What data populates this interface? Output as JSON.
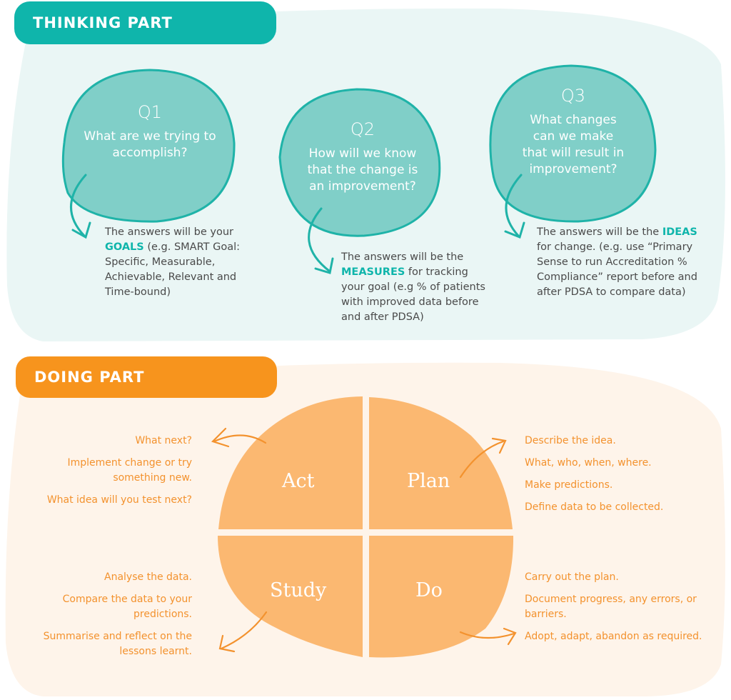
{
  "thinking": {
    "header": "THINKING PART",
    "questions": [
      {
        "num": "Q1",
        "text": "What are we trying to accomplish?",
        "answer_pre": "The answers will be your ",
        "keyword": "GOALS",
        "answer_post": " (e.g. SMART Goal: Specific, Measurable, Achievable, Relevant and Time-bound)"
      },
      {
        "num": "Q2",
        "text": "How will we know that the change is an improvement?",
        "answer_pre": "The answers will be the ",
        "keyword": "MEASURES",
        "answer_post": " for tracking your goal (e.g % of patients with improved data before and after PDSA)"
      },
      {
        "num": "Q3",
        "text": "What changes can we make that will result in improvement?",
        "answer_pre": "The answers will be the ",
        "keyword": "IDEAS",
        "answer_post": " for change. (e.g. use “Primary Sense to run Accreditation % Compliance” report before and after PDSA to compare data)"
      }
    ]
  },
  "doing": {
    "header": "DOING PART",
    "quadrants": {
      "act": "Act",
      "plan": "Plan",
      "study": "Study",
      "do": "Do"
    },
    "act_notes": [
      "What next?",
      "Implement change or try something new.",
      "What idea will you test next?"
    ],
    "plan_notes": [
      "Describe the idea.",
      "What, who, when, where.",
      "Make predictions.",
      "Define data to be collected."
    ],
    "study_notes": [
      "Analyse the data.",
      "Compare the data to your predictions.",
      "Summarise and reflect on the lessons learnt."
    ],
    "do_notes": [
      "Carry out the plan.",
      "Document progress, any errors, or barriers.",
      "Adopt, adapt, abandon as required."
    ]
  },
  "colors": {
    "teal": "#0fb5ab",
    "teal_bg": "#eaf6f5",
    "blob": "#80cfc8",
    "orange": "#f7941d",
    "orange_bg": "#fef4ea",
    "quadrant": "#fbb871"
  }
}
